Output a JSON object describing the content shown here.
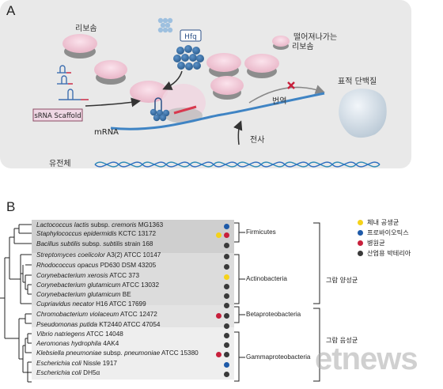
{
  "panel_a": {
    "letter": "A",
    "labels": {
      "ribosome": "리보솜",
      "hfq": "Hfq",
      "free_ribosome": "떨어져나가는\n리보솜",
      "srna_scaffold": "sRNA Scaffold",
      "mrna": "mRNA",
      "translation": "번역",
      "target_protein": "표적 단백질",
      "transcription": "전사",
      "genome": "유전체"
    }
  },
  "panel_b": {
    "letter": "B",
    "colors": {
      "commensal": "#f5d21a",
      "probiotic": "#1e5aa8",
      "pathogen": "#c8203c",
      "industrial": "#3a3a3a"
    },
    "legend": [
      {
        "key": "commensal",
        "label": "체내 공생균"
      },
      {
        "key": "probiotic",
        "label": "프로바이오틱스"
      },
      {
        "key": "pathogen",
        "label": "병원균"
      },
      {
        "key": "industrial",
        "label": "산업용 박테리아"
      }
    ],
    "groups": [
      {
        "name": "Firmicutes"
      },
      {
        "name": "Actinobacteria"
      },
      {
        "name": "Betaproteobacteria"
      },
      {
        "name": "Gammaproteobacteria"
      }
    ],
    "gram_labels": {
      "positive": "그람 양성균",
      "negative": "그람 음성균"
    },
    "strains": [
      {
        "name": "Lactococcus lactis",
        "suffix": " subsp. ",
        "name2": "cremoris",
        "strain": " MG1363",
        "dots": [
          "probiotic"
        ]
      },
      {
        "name": "Staphylococcus epidermidis",
        "suffix": "",
        "name2": "",
        "strain": " KCTC 13172",
        "dots": [
          "commensal",
          "pathogen"
        ]
      },
      {
        "name": "Bacillus subtilis",
        "suffix": " subsp. ",
        "name2": "subtilis",
        "strain": " strain 168",
        "dots": [
          "industrial"
        ]
      },
      {
        "name": "Streptomyces coelicolor",
        "suffix": "",
        "name2": "",
        "strain": " A3(2) ATCC 10147",
        "dots": [
          "industrial"
        ]
      },
      {
        "name": "Rhodococcus opacus",
        "suffix": "",
        "name2": "",
        "strain": " PD630 DSM 43205",
        "dots": [
          "industrial"
        ]
      },
      {
        "name": "Corynebacterium xerosis",
        "suffix": "",
        "name2": "",
        "strain": " ATCC 373",
        "dots": [
          "commensal"
        ]
      },
      {
        "name": "Corynebacterium glutamicum",
        "suffix": "",
        "name2": "",
        "strain": " ATCC 13032",
        "dots": [
          "industrial"
        ]
      },
      {
        "name": "Corynebacterium glutamicum",
        "suffix": "",
        "name2": "",
        "strain": " BE",
        "dots": [
          "industrial"
        ]
      },
      {
        "name": "Cupriavidus necator",
        "suffix": "",
        "name2": "",
        "strain": " H16 ATCC 17699",
        "dots": [
          "industrial"
        ]
      },
      {
        "name": "Chromobacterium violaceum",
        "suffix": "",
        "name2": "",
        "strain": " ATCC 12472",
        "dots": [
          "pathogen",
          "industrial"
        ]
      },
      {
        "name": "Pseudomonas putida",
        "suffix": "",
        "name2": "",
        "strain": " KT2440 ATCC 47054",
        "dots": [
          "industrial"
        ]
      },
      {
        "name": "Vibrio natriegens",
        "suffix": "",
        "name2": "",
        "strain": " ATCC 14048",
        "dots": [
          "industrial"
        ]
      },
      {
        "name": "Aeromonas hydrophila",
        "suffix": "",
        "name2": "",
        "strain": " 4AK4",
        "dots": [
          "industrial"
        ]
      },
      {
        "name": "Klebsiella pneumoniae",
        "suffix": " subsp. ",
        "name2": "pneumoniae",
        "strain": " ATCC 15380",
        "dots": [
          "pathogen",
          "industrial"
        ]
      },
      {
        "name": "Escherichia coli",
        "suffix": "",
        "name2": "",
        "strain": " Nissle 1917",
        "dots": [
          "probiotic"
        ]
      },
      {
        "name": "Escherichia coli",
        "suffix": "",
        "name2": "",
        "strain": " DH5α",
        "dots": [
          "industrial"
        ]
      }
    ]
  },
  "watermark": "etnews"
}
